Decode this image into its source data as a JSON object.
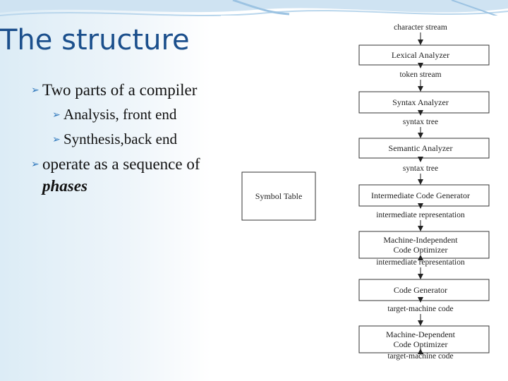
{
  "slide": {
    "title": "The structure",
    "bullets": [
      {
        "text": "Two parts of a compiler",
        "level": 1
      },
      {
        "text": "Analysis, front end",
        "level": 2
      },
      {
        "text": "Synthesis,back end",
        "level": 2
      },
      {
        "text_before": "operate as a sequence of ",
        "emphasis": "phases",
        "level": 1
      }
    ]
  },
  "diagram": {
    "symbol_table": "Symbol Table",
    "streams": [
      "character stream",
      "token stream",
      "syntax tree",
      "syntax tree",
      "intermediate representation",
      "intermediate representation",
      "target-machine code",
      "target-machine code"
    ],
    "phases": [
      [
        "Lexical Analyzer"
      ],
      [
        "Syntax Analyzer"
      ],
      [
        "Semantic Analyzer"
      ],
      [
        "Intermediate Code Generator"
      ],
      [
        "Machine-Independent",
        "Code Optimizer"
      ],
      [
        "Code Generator"
      ],
      [
        "Machine-Dependent",
        "Code Optimizer"
      ]
    ]
  },
  "colors": {
    "title": "#1b4f8c",
    "bullet": "#2e77bc",
    "bg_left": "#dcecf6",
    "figure_ink": "#222222"
  },
  "icons": {
    "bullet": "arrow-bullet-icon"
  }
}
